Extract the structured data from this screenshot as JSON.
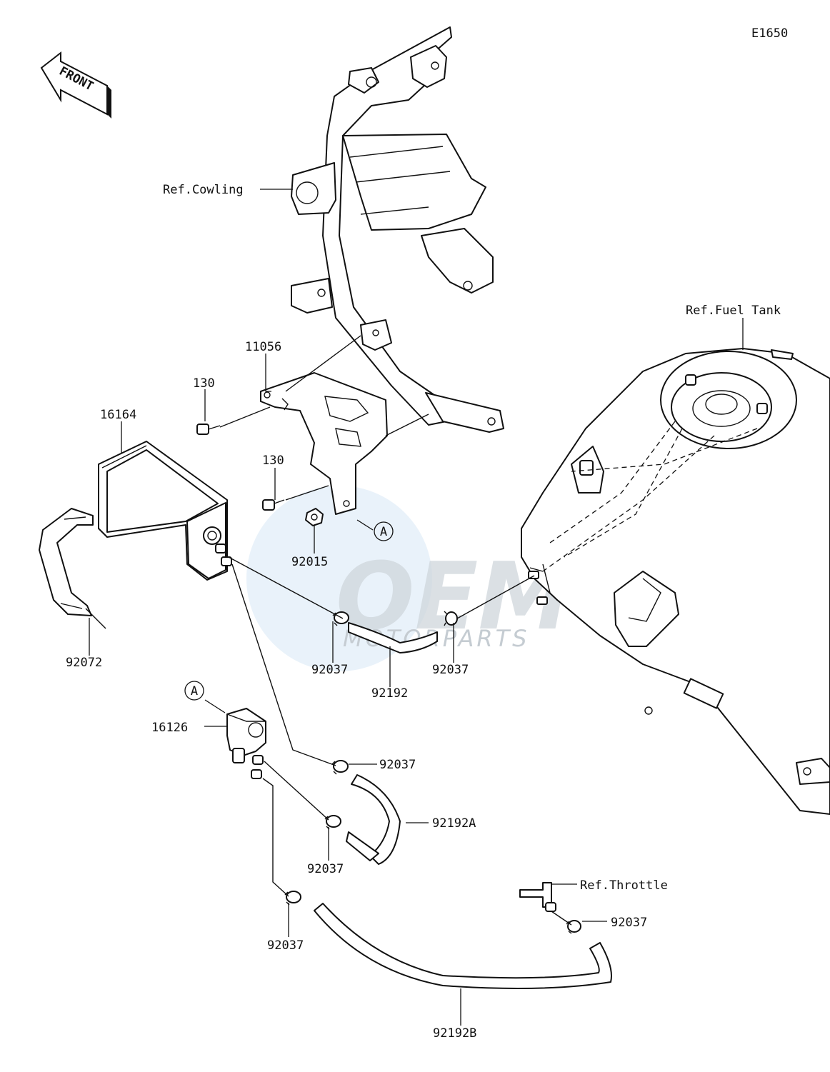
{
  "diagram_code": "E1650",
  "front_arrow": "FRONT",
  "watermark": {
    "logo": "OEM",
    "subtitle": "MOTORPARTS"
  },
  "refs": {
    "cowling": "Ref.Cowling",
    "fuel_tank": "Ref.Fuel Tank",
    "throttle": "Ref.Throttle"
  },
  "callout_marker": "A",
  "parts": {
    "bracket": "11056",
    "bolt_upper": "130",
    "bolt_lower": "130",
    "canister": "16164",
    "nut": "92015",
    "band": "92072",
    "clamp_a": "92037",
    "clamp_b": "92037",
    "clamp_c": "92037",
    "clamp_d": "92037",
    "clamp_e": "92037",
    "clamp_f": "92037",
    "hose": "92192",
    "hose_a": "92192A",
    "hose_b": "92192B",
    "valve": "16126"
  }
}
